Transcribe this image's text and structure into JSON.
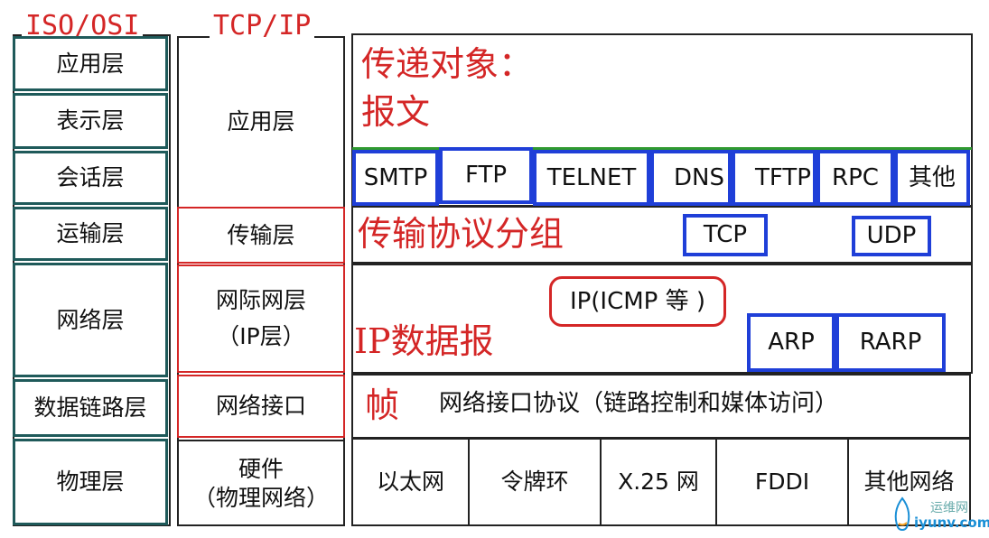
{
  "iso": {
    "title": "ISO/OSI",
    "layers": [
      "应用层",
      "表示层",
      "会话层",
      "运输层",
      "网络层",
      "数据链路层",
      "物理层"
    ]
  },
  "tcpip": {
    "title": "TCP/IP",
    "layers": [
      "应用层",
      "传输层",
      "网际网层\n（IP层）",
      "网络接口",
      "硬件\n（物理网络）"
    ]
  },
  "application": {
    "object_label": "传递对象：",
    "object_value": "报文",
    "protocols": [
      "SMTP",
      "FTP",
      "TELNET",
      "DNS",
      "TFTP",
      "RPC",
      "其他"
    ]
  },
  "transport": {
    "object_label": "传输协议分组",
    "protocols": [
      "TCP",
      "UDP"
    ]
  },
  "internet": {
    "ip_protocol": "IP(ICMP 等 )",
    "object_label": "IP数据报",
    "protocols": [
      "ARP",
      "RARP"
    ]
  },
  "link": {
    "object_label": "帧",
    "description": "网络接口协议（链路控制和媒体访问）"
  },
  "hardware": {
    "networks": [
      "以太网",
      "令牌环",
      "X.25 网",
      "FDDI",
      "其他网络"
    ]
  },
  "watermark": {
    "cn": "运维网",
    "url": "iyunv.com"
  },
  "colors": {
    "iso_border": "#1f5a5a",
    "tcpip_border": "#d42626",
    "protocol_border": "#1f3fd8",
    "label_red": "#d42626"
  }
}
